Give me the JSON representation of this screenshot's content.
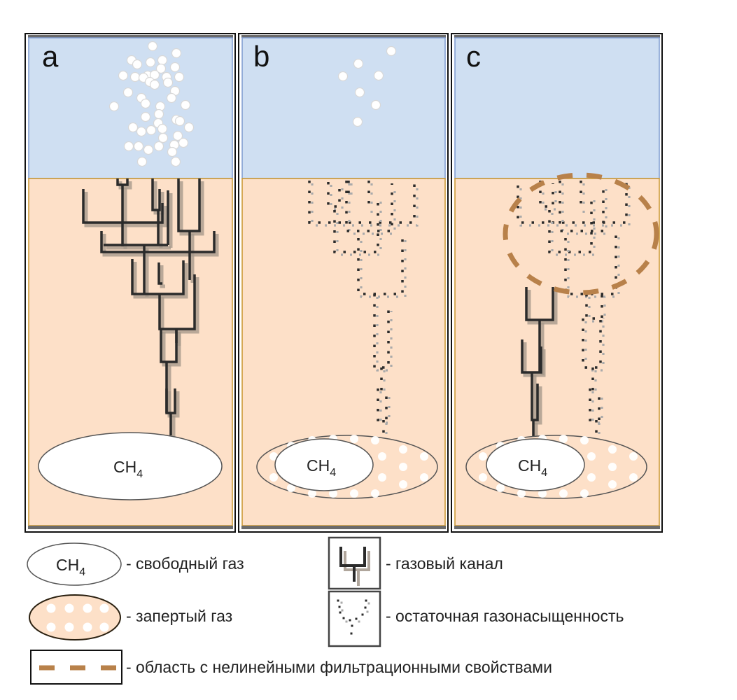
{
  "colors": {
    "water": "#cfdff2",
    "water_edge": "#7f9bd0",
    "sediment": "#fde0c8",
    "interface": "#c9962e",
    "frame": "#3a3a3a",
    "channel": "#2b2b2b",
    "channel_shadow": "#a89a8c",
    "nonlinear_dash": "#b8814a",
    "bubble": "#ffffff"
  },
  "panels": [
    {
      "id": "a",
      "label": "a",
      "reservoir": "CH4",
      "reservoir_main": "CH",
      "reservoir_sub": "4",
      "state": "free gas, active gas channels, many bubbles in water"
    },
    {
      "id": "b",
      "label": "b",
      "reservoir": "CH4",
      "reservoir_main": "CH",
      "reservoir_sub": "4",
      "state": "residual gas saturation, few bubbles, trapped gas around reservoir"
    },
    {
      "id": "c",
      "label": "c",
      "reservoir": "CH4",
      "reservoir_main": "CH",
      "reservoir_sub": "4",
      "state": "new channel beside residual saturation, nonlinear filtration region"
    }
  ],
  "legend": {
    "free_gas": {
      "symbol_main": "CH",
      "symbol_sub": "4",
      "label": "- свободный газ"
    },
    "trapped_gas": {
      "label": "- запертый газ"
    },
    "gas_channel": {
      "label": "- газовый канал"
    },
    "residual_saturation": {
      "label": "- остаточная газонасыщенность"
    },
    "nonlinear_region": {
      "label": "- область с нелинейными фильтрационными свойствами"
    }
  }
}
